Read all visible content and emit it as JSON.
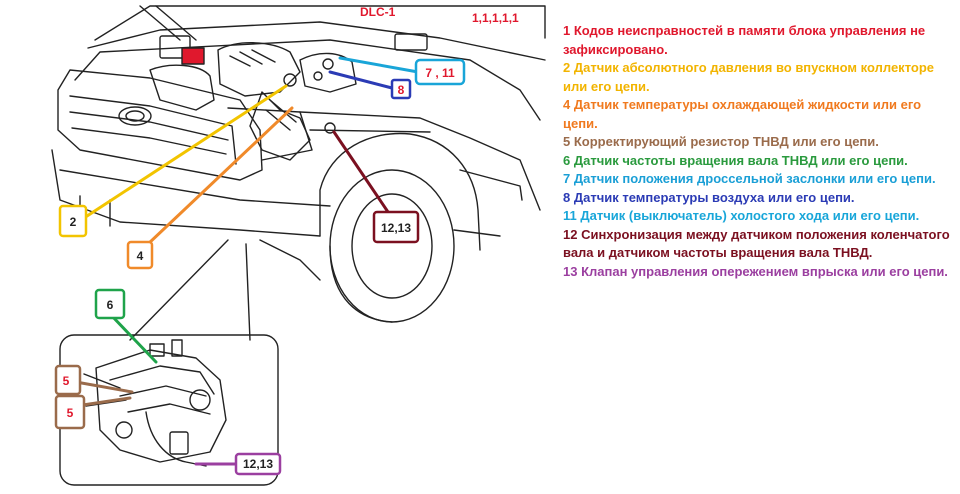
{
  "diagram": {
    "top_labels": {
      "dlc": "DLC-1",
      "codes": "1,1,1,1,1"
    },
    "markers": [
      {
        "id": "m2",
        "text": "2",
        "color": "#f2c400"
      },
      {
        "id": "m4",
        "text": "4",
        "color": "#f08a2a"
      },
      {
        "id": "m6",
        "text": "6",
        "color": "#1fa34a"
      },
      {
        "id": "m7_11",
        "text": "7 , 11",
        "color": "#19a5d8"
      },
      {
        "id": "m8",
        "text": "8",
        "color": "#2b3bb5"
      },
      {
        "id": "m12_13_top",
        "text": "12,13",
        "color": "#7b1020"
      },
      {
        "id": "m5a",
        "text": "5",
        "color": "#9a6b4b"
      },
      {
        "id": "m5b",
        "text": "5",
        "color": "#9a6b4b"
      },
      {
        "id": "m12_13_bottom",
        "text": "12,13",
        "color": "#9b3fa0"
      }
    ]
  },
  "legend": [
    {
      "text": "1 Кодов неисправностей в памяти блока управления не зафиксировано.",
      "color": "#e0182d"
    },
    {
      "text": "2 Датчик абсолютного давления во впускном коллекторе или его цепи.",
      "color": "#f2b400"
    },
    {
      "text": "4 Датчик температуры охлаждающей жидкости или его цепи.",
      "color": "#f07a1f"
    },
    {
      "text": "5 Корректирующий резистор ТНВД или его цепи.",
      "color": "#9a6b4b"
    },
    {
      "text": "6 Датчик частоты вращения вала ТНВД или его цепи.",
      "color": "#2a9a3e"
    },
    {
      "text": "7 Датчик положения дроссельной заслонки или его цепи.",
      "color": "#1a9fd6"
    },
    {
      "text": "8 Датчик температуры воздуха или его цепи.",
      "color": "#2b3bb5"
    },
    {
      "text": "11 Датчик (выключатель) холостого хода или его цепи.",
      "color": "#18a6d9"
    },
    {
      "text": "12 Синхронизация между датчиком положения коленчатого вала и датчиком частоты вращения вала ТНВД.",
      "color": "#7b1020"
    },
    {
      "text": "13 Клапан управления опережением впрыска или его цепи.",
      "color": "#9b3fa0"
    }
  ]
}
